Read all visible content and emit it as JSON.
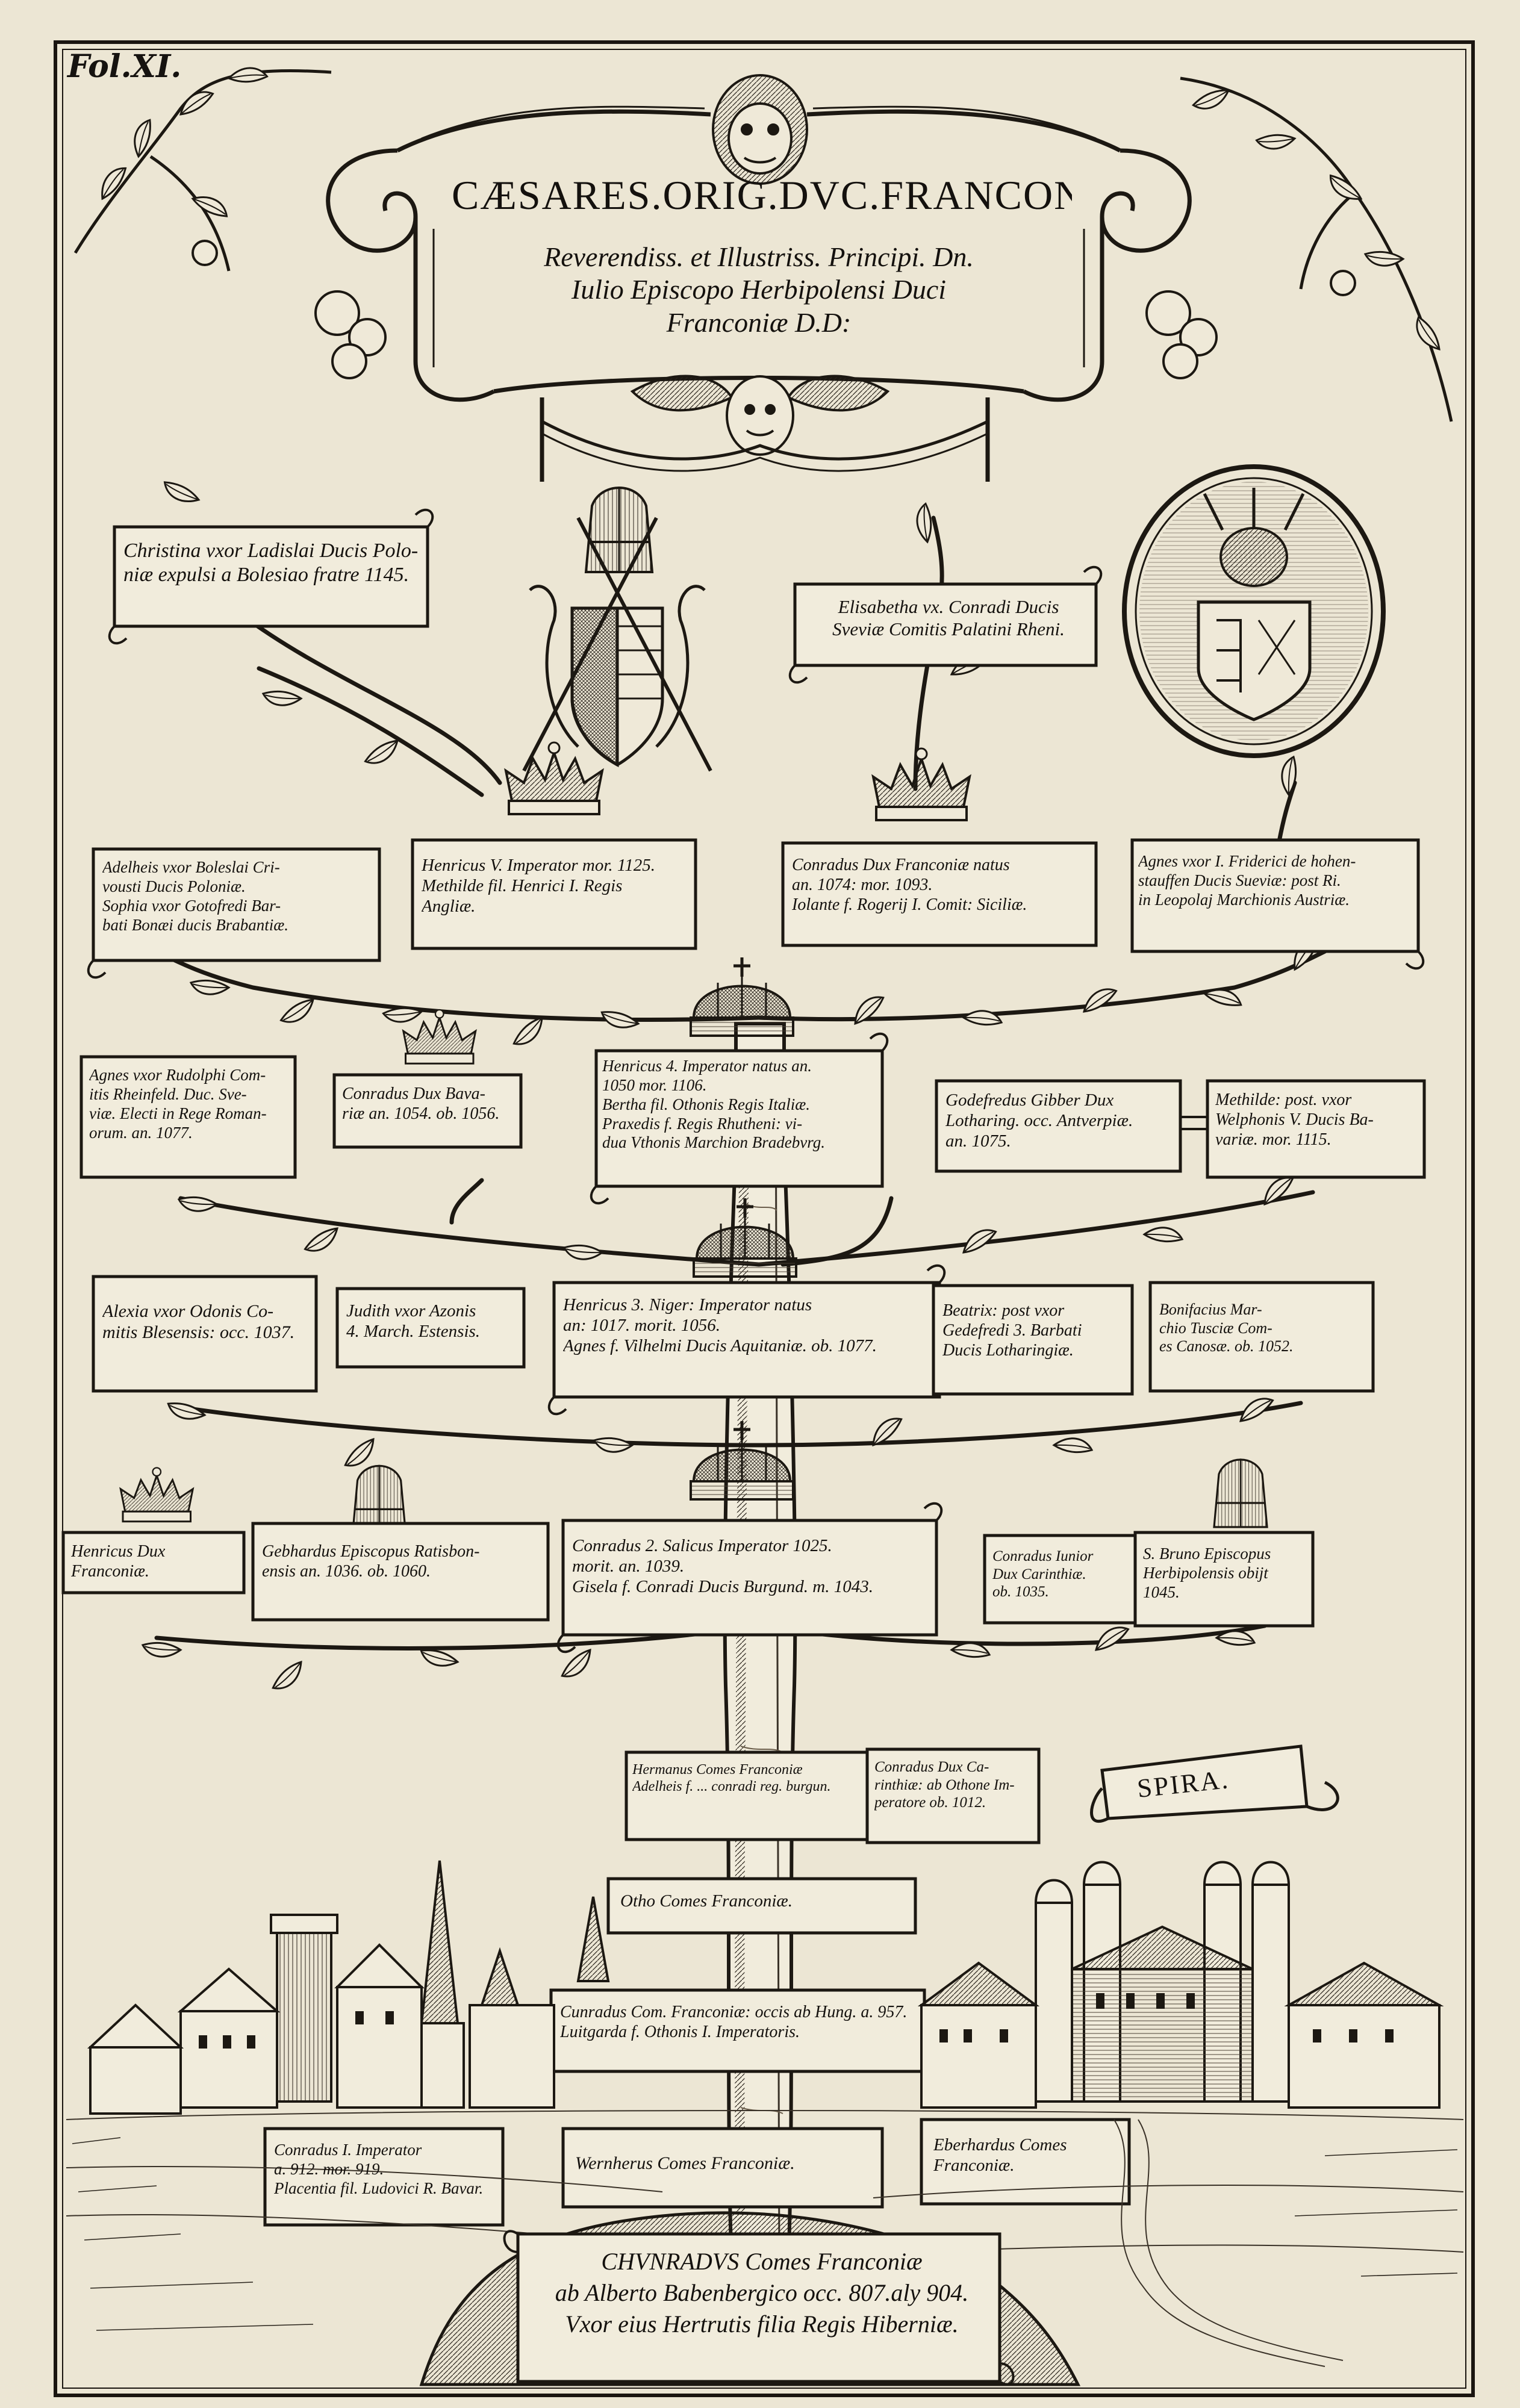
{
  "folio": "Fol.XI.",
  "cartouche": {
    "title": "CÆSARES.ORIG.DVC.FRANCON:",
    "dedication_line1": "Reverendiss. et Illustriss. Principi. Dn.",
    "dedication_line2": "Iulio Episcopo Herbipolensi Duci",
    "dedication_line3": "Franconiæ D.D:"
  },
  "spira_banner": "SPIRA.",
  "root": {
    "line1": "CHVNRADVS Comes Franconiæ",
    "line2": "ab Alberto Babenbergico occ. 807.aly 904.",
    "line3": "Vxor eius Hertrutis filia Regis Hiberniæ."
  },
  "labels": {
    "christina": [
      "Christina vxor Ladislai Ducis Polo-",
      "niæ expulsi a Bolesiao fratre 1145."
    ],
    "elisabetha": [
      "Elisabetha vx. Conradi Ducis",
      "Sveviæ Comitis Palatini Rheni."
    ],
    "adelheis": [
      "Adelheis vxor Boleslai Cri-",
      "vousti Ducis Poloniæ.",
      "Sophia vxor Gotofredi Bar-",
      "bati Bonæi ducis Brabantiæ."
    ],
    "henricus5": [
      "Henricus V. Imperator mor. 1125.",
      "Methilde fil. Henrici I. Regis",
      "Angliæ."
    ],
    "conradus_dux": [
      "Conradus Dux Franconiæ natus",
      "an. 1074: mor. 1093.",
      "Iolante f. Rogerij I. Comit: Siciliæ."
    ],
    "agnes_hohenstauffen": [
      "Agnes vxor I. Friderici de hohen-",
      "stauffen Ducis Sueviæ: post Ri.",
      "in Leopolaj Marchionis Austriæ."
    ],
    "agnes_rudolph": [
      "Agnes vxor Rudolphi Com-",
      "itis Rheinfeld. Duc. Sve-",
      "viæ. Electi in Rege Roman-",
      "orum. an. 1077."
    ],
    "conradus_bavaria": [
      "Conradus Dux Bava-",
      "riæ an. 1054. ob. 1056."
    ],
    "henricus4": [
      "Henricus 4. Imperator natus an.",
      "1050 mor. 1106.",
      "Bertha fil. Othonis Regis Italiæ.",
      "Praxedis f. Regis Rhutheni: vi-",
      "dua Vthonis Marchion Bradebvrg."
    ],
    "godefredus": [
      "Godefredus Gibber Dux",
      "Lotharing. occ. Antverpiæ.",
      "an. 1075."
    ],
    "methilde": [
      "Methilde: post. vxor",
      "Welphonis V. Ducis Ba-",
      "variæ. mor. 1115."
    ],
    "alexia": [
      "Alexia vxor Odonis Co-",
      "mitis Blesensis: occ. 1037."
    ],
    "judith": [
      "Judith vxor Azonis",
      "4. March. Estensis."
    ],
    "henricus3": [
      "Henricus 3. Niger: Imperator natus",
      "an: 1017. morit. 1056.",
      "Agnes f. Vilhelmi Ducis Aquitaniæ. ob. 1077."
    ],
    "beatrix": [
      "Beatrix: post vxor",
      "Gedefredi 3. Barbati",
      "Ducis Lotharingiæ."
    ],
    "bonifacius": [
      "Bonifacius Mar-",
      "chio Tusciæ Com-",
      "es Canosæ. ob. 1052."
    ],
    "henricus_dux": [
      "Henricus Dux",
      "Franconiæ."
    ],
    "gebhardus": [
      "Gebhardus Episcopus Ratisbon-",
      "ensis an. 1036. ob. 1060."
    ],
    "conradus2": [
      "Conradus 2. Salicus Imperator 1025.",
      "morit. an. 1039.",
      "Gisela f. Conradi Ducis Burgund. m. 1043."
    ],
    "conradus_junior": [
      "Conradus Iunior",
      "Dux Carinthiæ.",
      "ob. 1035."
    ],
    "bruno": [
      "S. Bruno Episcopus",
      "Herbipolensis obijt",
      "1045."
    ],
    "hermannus": [
      "Hermanus Comes Franconiæ",
      "Adelheis f. ... conradi reg. burgun."
    ],
    "conradus_carinthia": [
      "Conradus Dux Ca-",
      "rinthiæ: ab Othone Im-",
      "peratore ob. 1012."
    ],
    "otho": [
      "Otho Comes Franconiæ."
    ],
    "cunradus": [
      "Cunradus Com. Franconiæ: occis ab Hung. a. 957.",
      "Luitgarda f. Othonis I. Imperatoris."
    ],
    "conradus1": [
      "Conradus I. Imperator",
      "a. 912. mor. 919.",
      "Placentia fil. Ludovici R. Bavar."
    ],
    "wernherus": [
      "Wernherus Comes Franconiæ."
    ],
    "eberhardus": [
      "Eberhardus Comes",
      "Franconiæ."
    ]
  }
}
